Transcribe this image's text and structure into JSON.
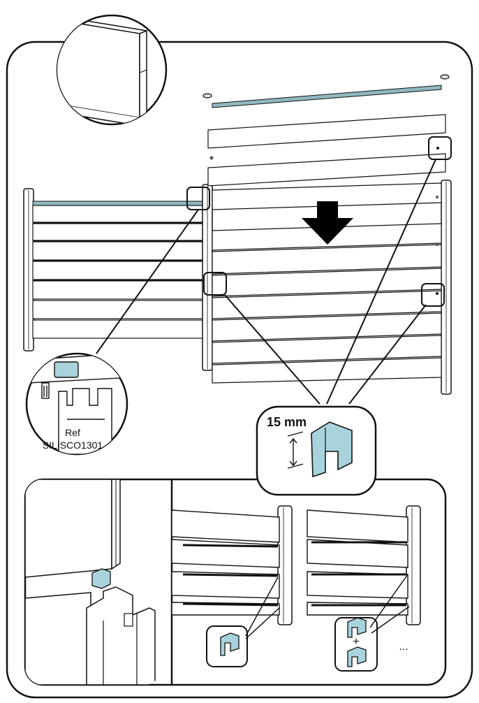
{
  "callouts": {
    "ref_label": "Ref",
    "ref_code": "SILISCO1301",
    "clip_size": "15 mm"
  },
  "bottom_right": {
    "plus": "+",
    "ellipsis": "..."
  },
  "colors": {
    "outline": "#111111",
    "clip_fill": "#a9d3dc",
    "rail_fill": "#8fb8bf",
    "arrow": "#000000",
    "panel": "#ffffff"
  }
}
